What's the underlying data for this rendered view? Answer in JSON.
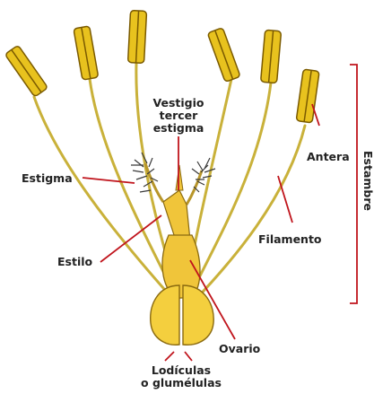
{
  "diagram": {
    "labels": {
      "vestigio": [
        "Vestigio",
        "tercer",
        "estigma"
      ],
      "estigma": "Estigma",
      "antera": "Antera",
      "filamento": "Filamento",
      "estilo": "Estilo",
      "ovario": "Ovario",
      "lodiculas": [
        "Lodículas",
        "o glumélulas"
      ],
      "estambre": "Estambre"
    },
    "colors": {
      "anther_fill": "#e8c21e",
      "anther_stroke": "#7a5a00",
      "filament": "#c9b13a",
      "ovary_fill": "#f0c53a",
      "leader_line": "#c0141c",
      "text": "#222222"
    }
  }
}
